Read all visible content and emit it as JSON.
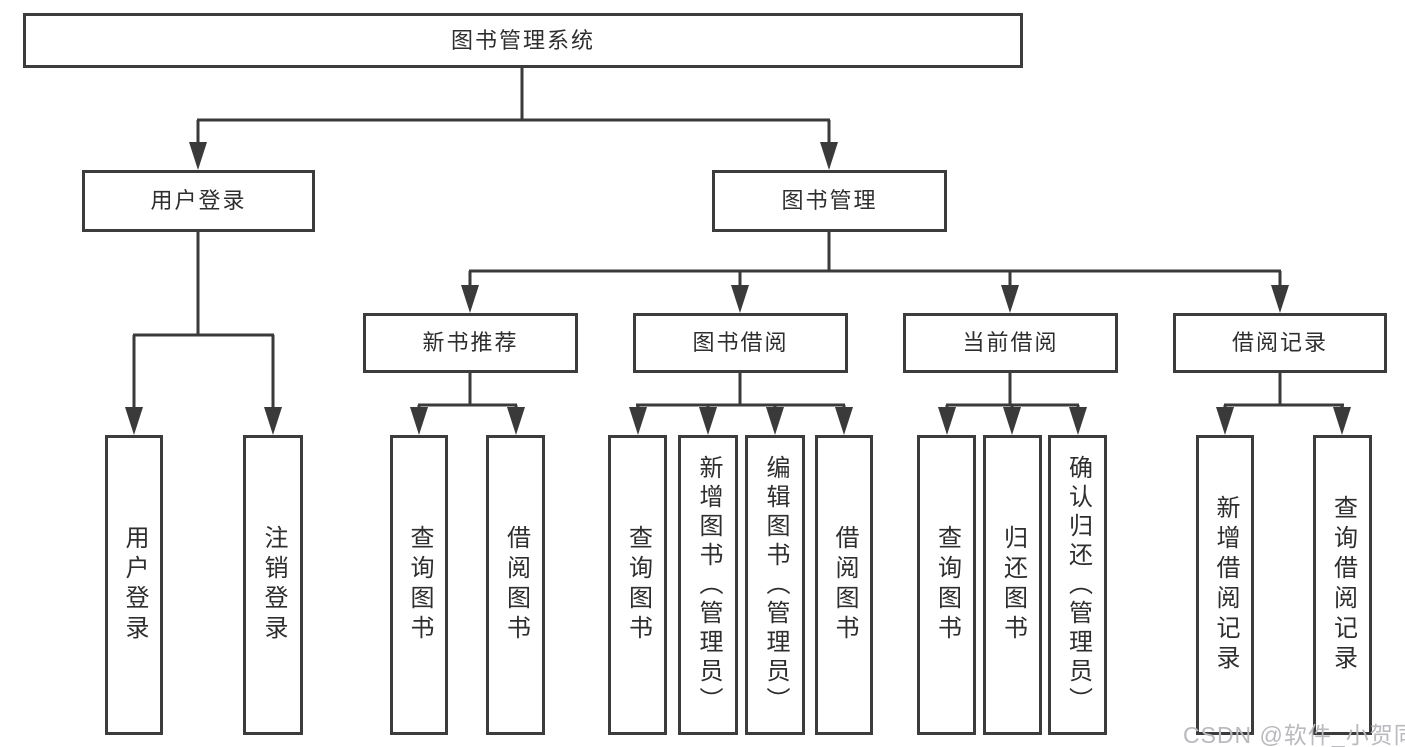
{
  "diagram": {
    "root": {
      "label": "图书管理系统"
    },
    "level2": [
      {
        "label": "用户登录"
      },
      {
        "label": "图书管理"
      }
    ],
    "level3": [
      {
        "label": "新书推荐"
      },
      {
        "label": "图书借阅"
      },
      {
        "label": "当前借阅"
      },
      {
        "label": "借阅记录"
      }
    ],
    "leaves": {
      "user_login": [
        "用户登录",
        "注销登录"
      ],
      "new_book_rec": [
        "查询图书",
        "借阅图书"
      ],
      "book_borrow": [
        "查询图书",
        "新增图书（管理员）",
        "编辑图书（管理员）",
        "借阅图书"
      ],
      "current_borrow": [
        "查询图书",
        "归还图书",
        "确认归还（管理员）"
      ],
      "borrow_records": [
        "新增借阅记录",
        "查询借阅记录"
      ]
    },
    "colors": {
      "line": "#3a3a3a",
      "box_border": "#3c3c3c",
      "text": "#2e2e2e",
      "background": "#ffffff",
      "watermark": "#b9b9be"
    }
  },
  "watermark": {
    "text": "CSDN @软件_小贺同学"
  }
}
